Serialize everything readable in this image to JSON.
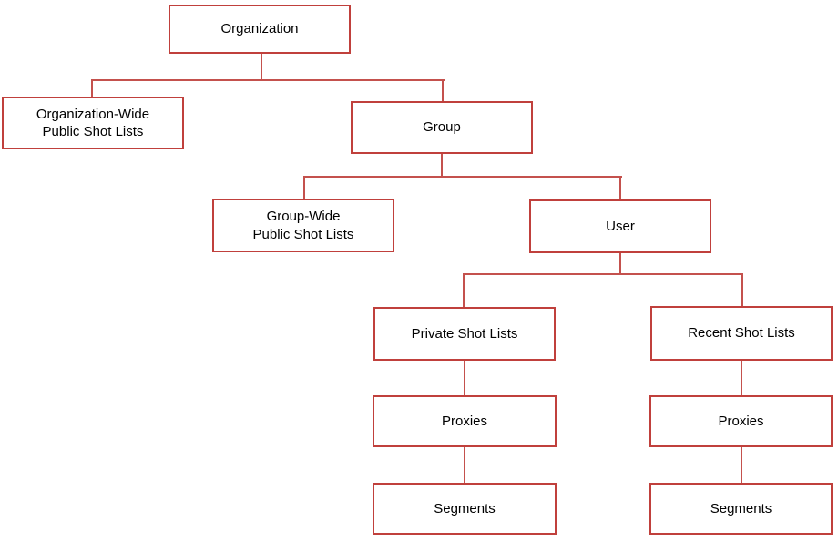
{
  "diagram": {
    "type": "hierarchy-tree",
    "nodes": {
      "organization": {
        "label": "Organization"
      },
      "org_wide_public_shot_lists": {
        "label": "Organization-Wide\nPublic Shot Lists"
      },
      "group": {
        "label": "Group"
      },
      "group_wide_public_shot_lists": {
        "label": "Group-Wide\nPublic Shot Lists"
      },
      "user": {
        "label": "User"
      },
      "private_shot_lists": {
        "label": "Private Shot Lists"
      },
      "recent_shot_lists": {
        "label": "Recent Shot Lists"
      },
      "private_proxies": {
        "label": "Proxies"
      },
      "recent_proxies": {
        "label": "Proxies"
      },
      "private_segments": {
        "label": "Segments"
      },
      "recent_segments": {
        "label": "Segments"
      }
    },
    "edges": [
      [
        "Organization",
        "Organization-Wide Public Shot Lists"
      ],
      [
        "Organization",
        "Group"
      ],
      [
        "Group",
        "Group-Wide Public Shot Lists"
      ],
      [
        "Group",
        "User"
      ],
      [
        "User",
        "Private Shot Lists"
      ],
      [
        "User",
        "Recent Shot Lists"
      ],
      [
        "Private Shot Lists",
        "Proxies"
      ],
      [
        "Private Shot Lists > Proxies",
        "Segments"
      ],
      [
        "Recent Shot Lists",
        "Proxies"
      ],
      [
        "Recent Shot Lists > Proxies",
        "Segments"
      ]
    ],
    "colors": {
      "box_border": "#c0403c",
      "connector": "#c4514d",
      "text": "#000000",
      "background": "#ffffff"
    }
  }
}
